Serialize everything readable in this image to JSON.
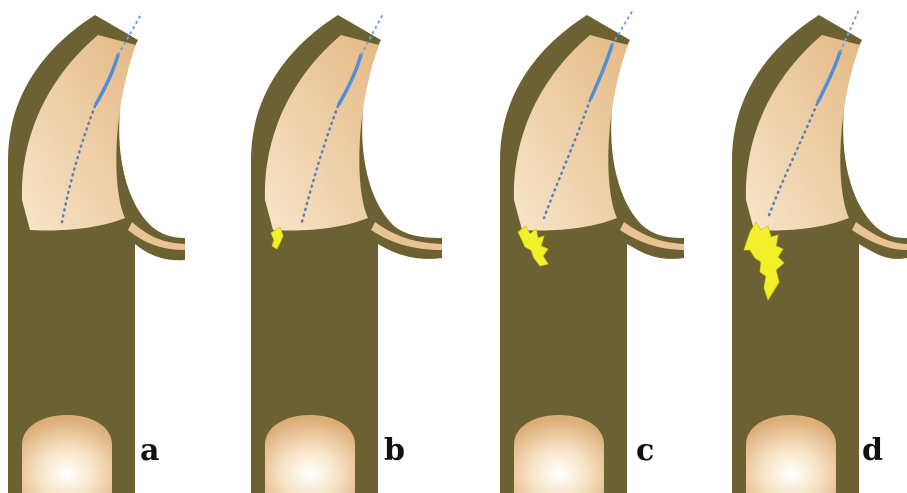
{
  "colors": {
    "background": "#ffffff",
    "wall": "#6b6132",
    "wall_edge": "#5a5128",
    "lumen": "#e9c393",
    "lumen_highlight": "#f7e5c9",
    "bulb": "#f4d8b0",
    "bulb_highlight": "#ffffff",
    "needle": "#4f8fd9",
    "needle_dots": "#5a7fb3",
    "injection": "#f2f028",
    "label": "#111111"
  },
  "panels": [
    {
      "label": "a",
      "injection": "none"
    },
    {
      "label": "b",
      "injection": "small"
    },
    {
      "label": "c",
      "injection": "medium"
    },
    {
      "label": "d",
      "injection": "large"
    }
  ]
}
